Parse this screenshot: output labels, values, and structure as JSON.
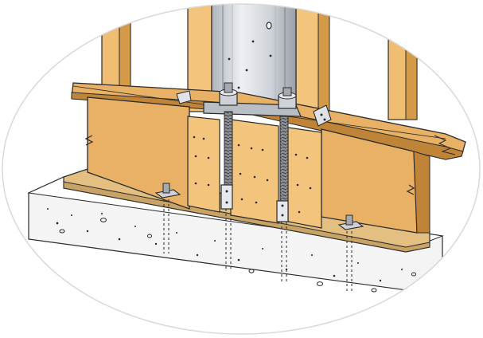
{
  "illustration": {
    "colors": {
      "background": "#ffffff",
      "ellipse_border": "#d9d9d9",
      "wood_light": "#f3c57c",
      "wood_mid": "#e8b165",
      "wood_dark": "#d49a48",
      "wood_shadow": "#c08438",
      "concrete": "#f4f4f4",
      "concrete_edge": "#bdbdbd",
      "steel_light": "#e6e8ec",
      "steel_mid": "#c4c8cf",
      "steel_dark": "#9aa0a8",
      "outline": "#2a2a2a"
    },
    "elements": [
      "concrete-foundation",
      "sill-plate",
      "wood-wall-panel",
      "plywood-sheathing",
      "double-top-plate",
      "wood-studs",
      "steel-moment-frame-column",
      "threaded-anchor-rods",
      "anchor-bolts",
      "hold-down-brackets",
      "framing-angle-connector"
    ]
  }
}
